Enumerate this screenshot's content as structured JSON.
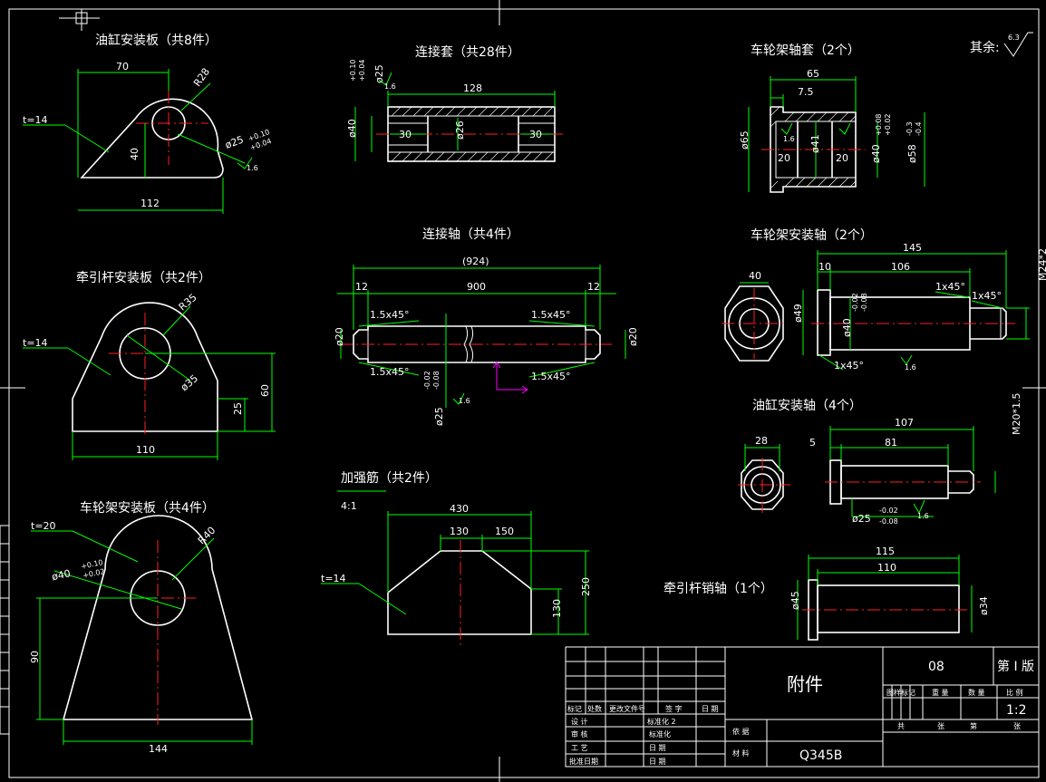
{
  "colors": {
    "background": "#000000",
    "outline": "#ffffff",
    "dimension": "#00ff00",
    "centerline": "#ff2020",
    "ucs": "#ff00ff"
  },
  "roughness_note": {
    "label": "其余:",
    "value": "6.3"
  },
  "parts": {
    "cylinder_plate_top": {
      "title": "油缸安装板（共8件）",
      "thickness": "t=14",
      "w70": "70",
      "w112": "112",
      "h40": "40",
      "radius": "R28",
      "hole": "ø25",
      "hole_tol_up": "+0.10",
      "hole_tol_dn": "+0.04",
      "rough": "1.6"
    },
    "connect_sleeve": {
      "title": "连接套（共28件）",
      "len": "128",
      "od": "ø40",
      "id": "ø26",
      "left": "30",
      "right": "30",
      "fit": "ø25",
      "fit_up": "+0.10",
      "fit_dn": "+0.04",
      "rough": "1.6"
    },
    "wheel_sleeve": {
      "title": "车轮架轴套（2个）",
      "len": "65",
      "shoulder": "7.5",
      "od": "ø65",
      "inner": "ø41",
      "l20a": "20",
      "l20b": "20",
      "bore": "ø40",
      "bore_up": "+0.08",
      "bore_dn": "+0.02",
      "out": "ø58",
      "out_up": "-0.3",
      "out_dn": "-0.4",
      "rough": "1.6"
    },
    "drawbar_plate": {
      "title": "牵引杆安装板（共2件）",
      "thickness": "t=14",
      "radius": "R35",
      "hole": "ø35",
      "w": "110",
      "h60": "60",
      "h25": "25"
    },
    "connect_shaft": {
      "title": "连接轴（共4件）",
      "total": "(924)",
      "mid": "900",
      "left": "12",
      "right": "12",
      "ch1": "1.5x45°",
      "ch2": "1.5x45°",
      "ch3": "1.5x45°",
      "ch4": "1.5x45°",
      "d_left": "ø20",
      "d_right": "ø20",
      "dia": "ø25",
      "dia_up": "-0.02",
      "dia_dn": "-0.08",
      "rough": "1.6"
    },
    "wheel_shaft": {
      "title": "车轮架安装轴（2个）",
      "len": "145",
      "l10": "10",
      "l106": "106",
      "hex": "40",
      "d49": "ø49",
      "d40": "ø40",
      "d40_up": "-0.02",
      "d40_dn": "-0.08",
      "thread": "M24*2",
      "ch1": "1x45°",
      "ch2": "1x45°",
      "ch3": "1x45°",
      "rough": "1.6"
    },
    "cylinder_shaft": {
      "title": "油缸安装轴（4个）",
      "len": "107",
      "l5": "5",
      "l81": "81",
      "hex": "28",
      "thread": "M20*1.5",
      "dia": "ø25",
      "dia_up": "-0.02",
      "dia_dn": "-0.08",
      "rough": "1.6"
    },
    "rib": {
      "title": "加强筋（共2件）",
      "scale": "4:1",
      "thickness": "t=14",
      "top": "430",
      "t130": "130",
      "t150": "150",
      "h130": "130",
      "h250": "250"
    },
    "wheel_plate": {
      "title": "车轮架安装板（共4件）",
      "thickness": "t=20",
      "radius": "R40",
      "hole": "ø40",
      "hole_up": "+0.10",
      "hole_dn": "+0.02",
      "h": "90",
      "w": "144"
    },
    "pin": {
      "title": "牵引杆销轴（1个）",
      "len115": "115",
      "len110": "110",
      "d45": "ø45",
      "d34": "ø34"
    }
  },
  "title_block": {
    "name": "附件",
    "code": "08",
    "sheet": "第 I 版",
    "scale": "1:2",
    "material_label": "材 料",
    "material": "Q345B",
    "weight_label": "重 量",
    "basis_label": "依 据",
    "heads": [
      "标记",
      "处数",
      "更改文件号",
      "签 字",
      "日 期"
    ],
    "rows": [
      "设 计",
      "审 核",
      "工 艺",
      "批准日期"
    ],
    "rows2": [
      "标准化 2",
      "标准化",
      "日 期",
      "日 期"
    ],
    "right_heads": [
      "图样标记",
      "重 量",
      "数 量",
      "比 例"
    ],
    "bottom_heads": [
      "共",
      "张",
      "第",
      "张"
    ]
  }
}
